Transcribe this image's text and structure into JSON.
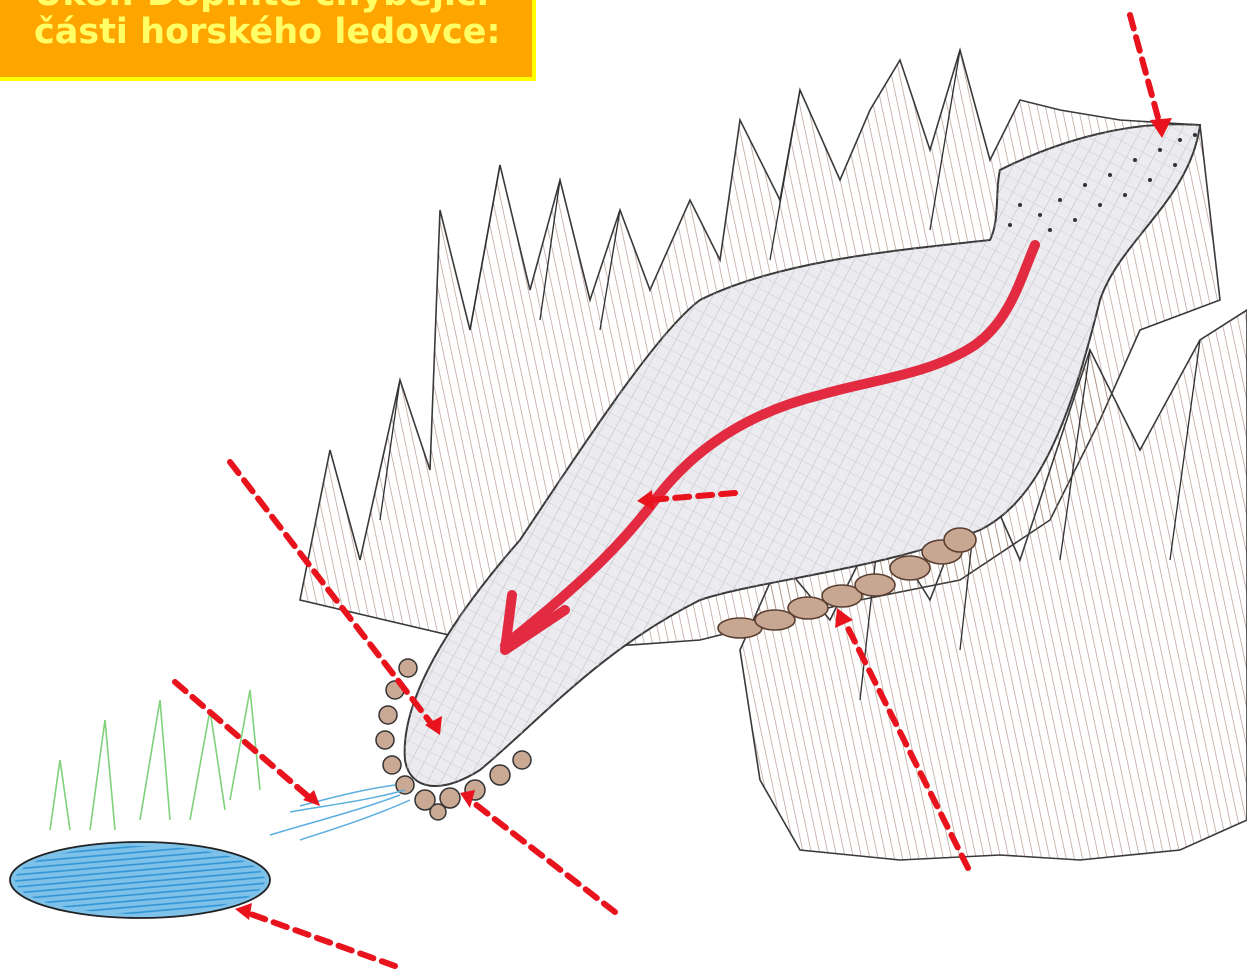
{
  "task": {
    "line1": "Úkol: Doplňte chybějící",
    "line2": "části horského ledovce:"
  },
  "colors": {
    "box_fill": "#ffa500",
    "box_border": "#ffff00",
    "box_text": "#ffff66",
    "arrow_red": "#e8131c",
    "flow_arrow": "#e22a40",
    "ice_gray": "#c9c9cf",
    "rock_brown": "#8a6b5c",
    "lake_blue": "#4aa6de",
    "grass_green": "#7fd17a"
  },
  "icons": {
    "flow": "glacier-flow-arrow",
    "pointer": "dashed-pointer-arrow"
  }
}
